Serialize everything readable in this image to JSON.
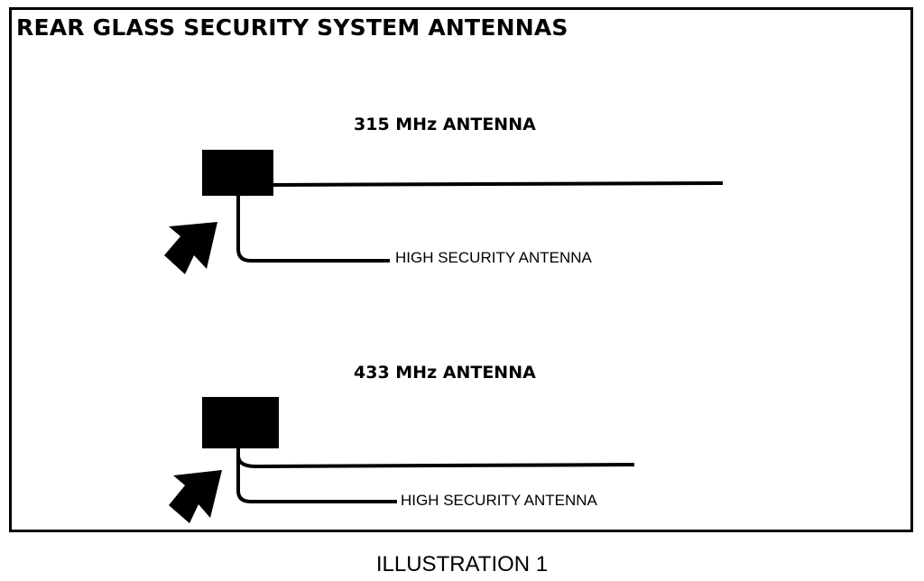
{
  "diagram": {
    "title": "REAR GLASS SECURITY SYSTEM ANTENNAS",
    "antennas": [
      {
        "heading": "315 MHz ANTENNA",
        "wire_label": "HIGH SECURITY ANTENNA"
      },
      {
        "heading": "433 MHz ANTENNA",
        "wire_label": "HIGH SECURITY ANTENNA"
      }
    ],
    "caption": "ILLUSTRATION 1",
    "colors": {
      "ink": "#000000",
      "background": "#ffffff"
    }
  }
}
